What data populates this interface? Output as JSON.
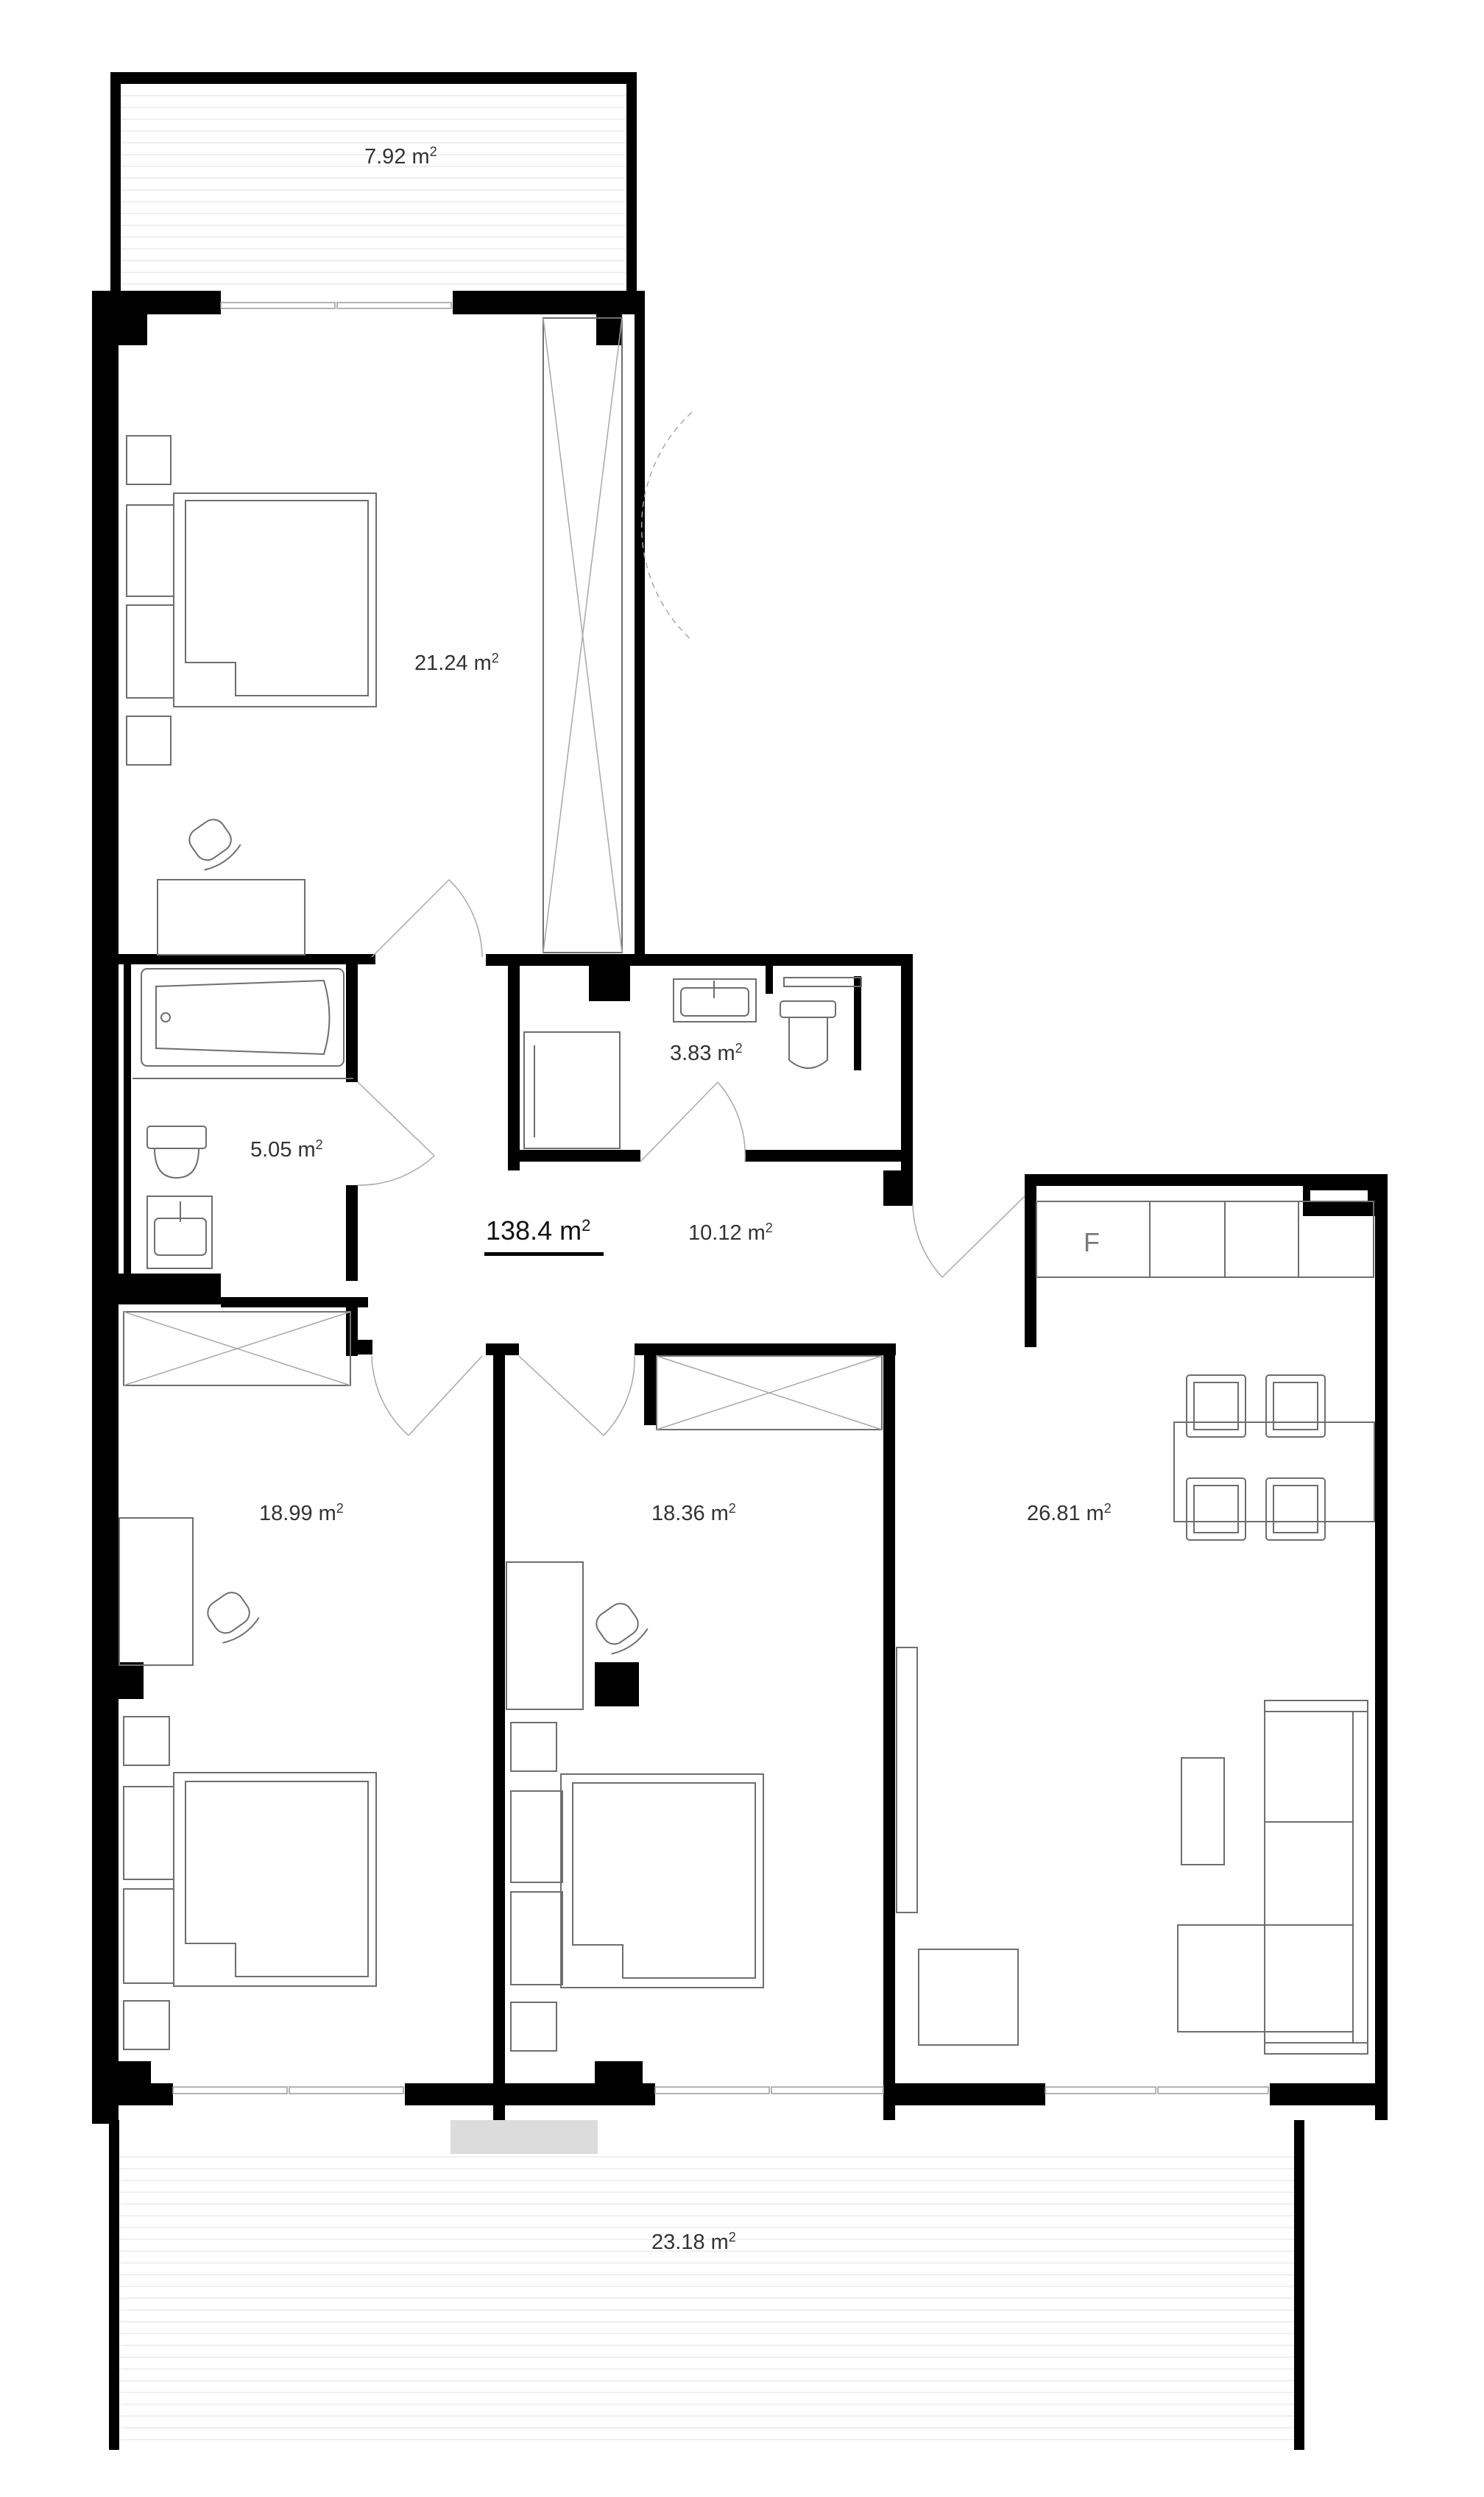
{
  "plan": {
    "total_area": {
      "value": "138.4 m",
      "sup": "2"
    },
    "rooms": [
      {
        "id": "balcony-top",
        "value": "7.92 m",
        "sup": "2"
      },
      {
        "id": "bedroom-top",
        "value": "21.24 m",
        "sup": "2"
      },
      {
        "id": "bathroom",
        "value": "5.05 m",
        "sup": "2"
      },
      {
        "id": "wc",
        "value": "3.83 m",
        "sup": "2"
      },
      {
        "id": "hall",
        "value": "10.12 m",
        "sup": "2"
      },
      {
        "id": "bedroom-left",
        "value": "18.99 m",
        "sup": "2"
      },
      {
        "id": "bedroom-middle",
        "value": "18.36 m",
        "sup": "2"
      },
      {
        "id": "living-kitchen",
        "value": "26.81 m",
        "sup": "2"
      },
      {
        "id": "terrace",
        "value": "23.18 m",
        "sup": "2"
      }
    ],
    "fridge_label": "F",
    "colors": {
      "wall": "#000000",
      "line": "#6e6e6e",
      "text": "#333333",
      "step": "#dcdcdc"
    }
  }
}
